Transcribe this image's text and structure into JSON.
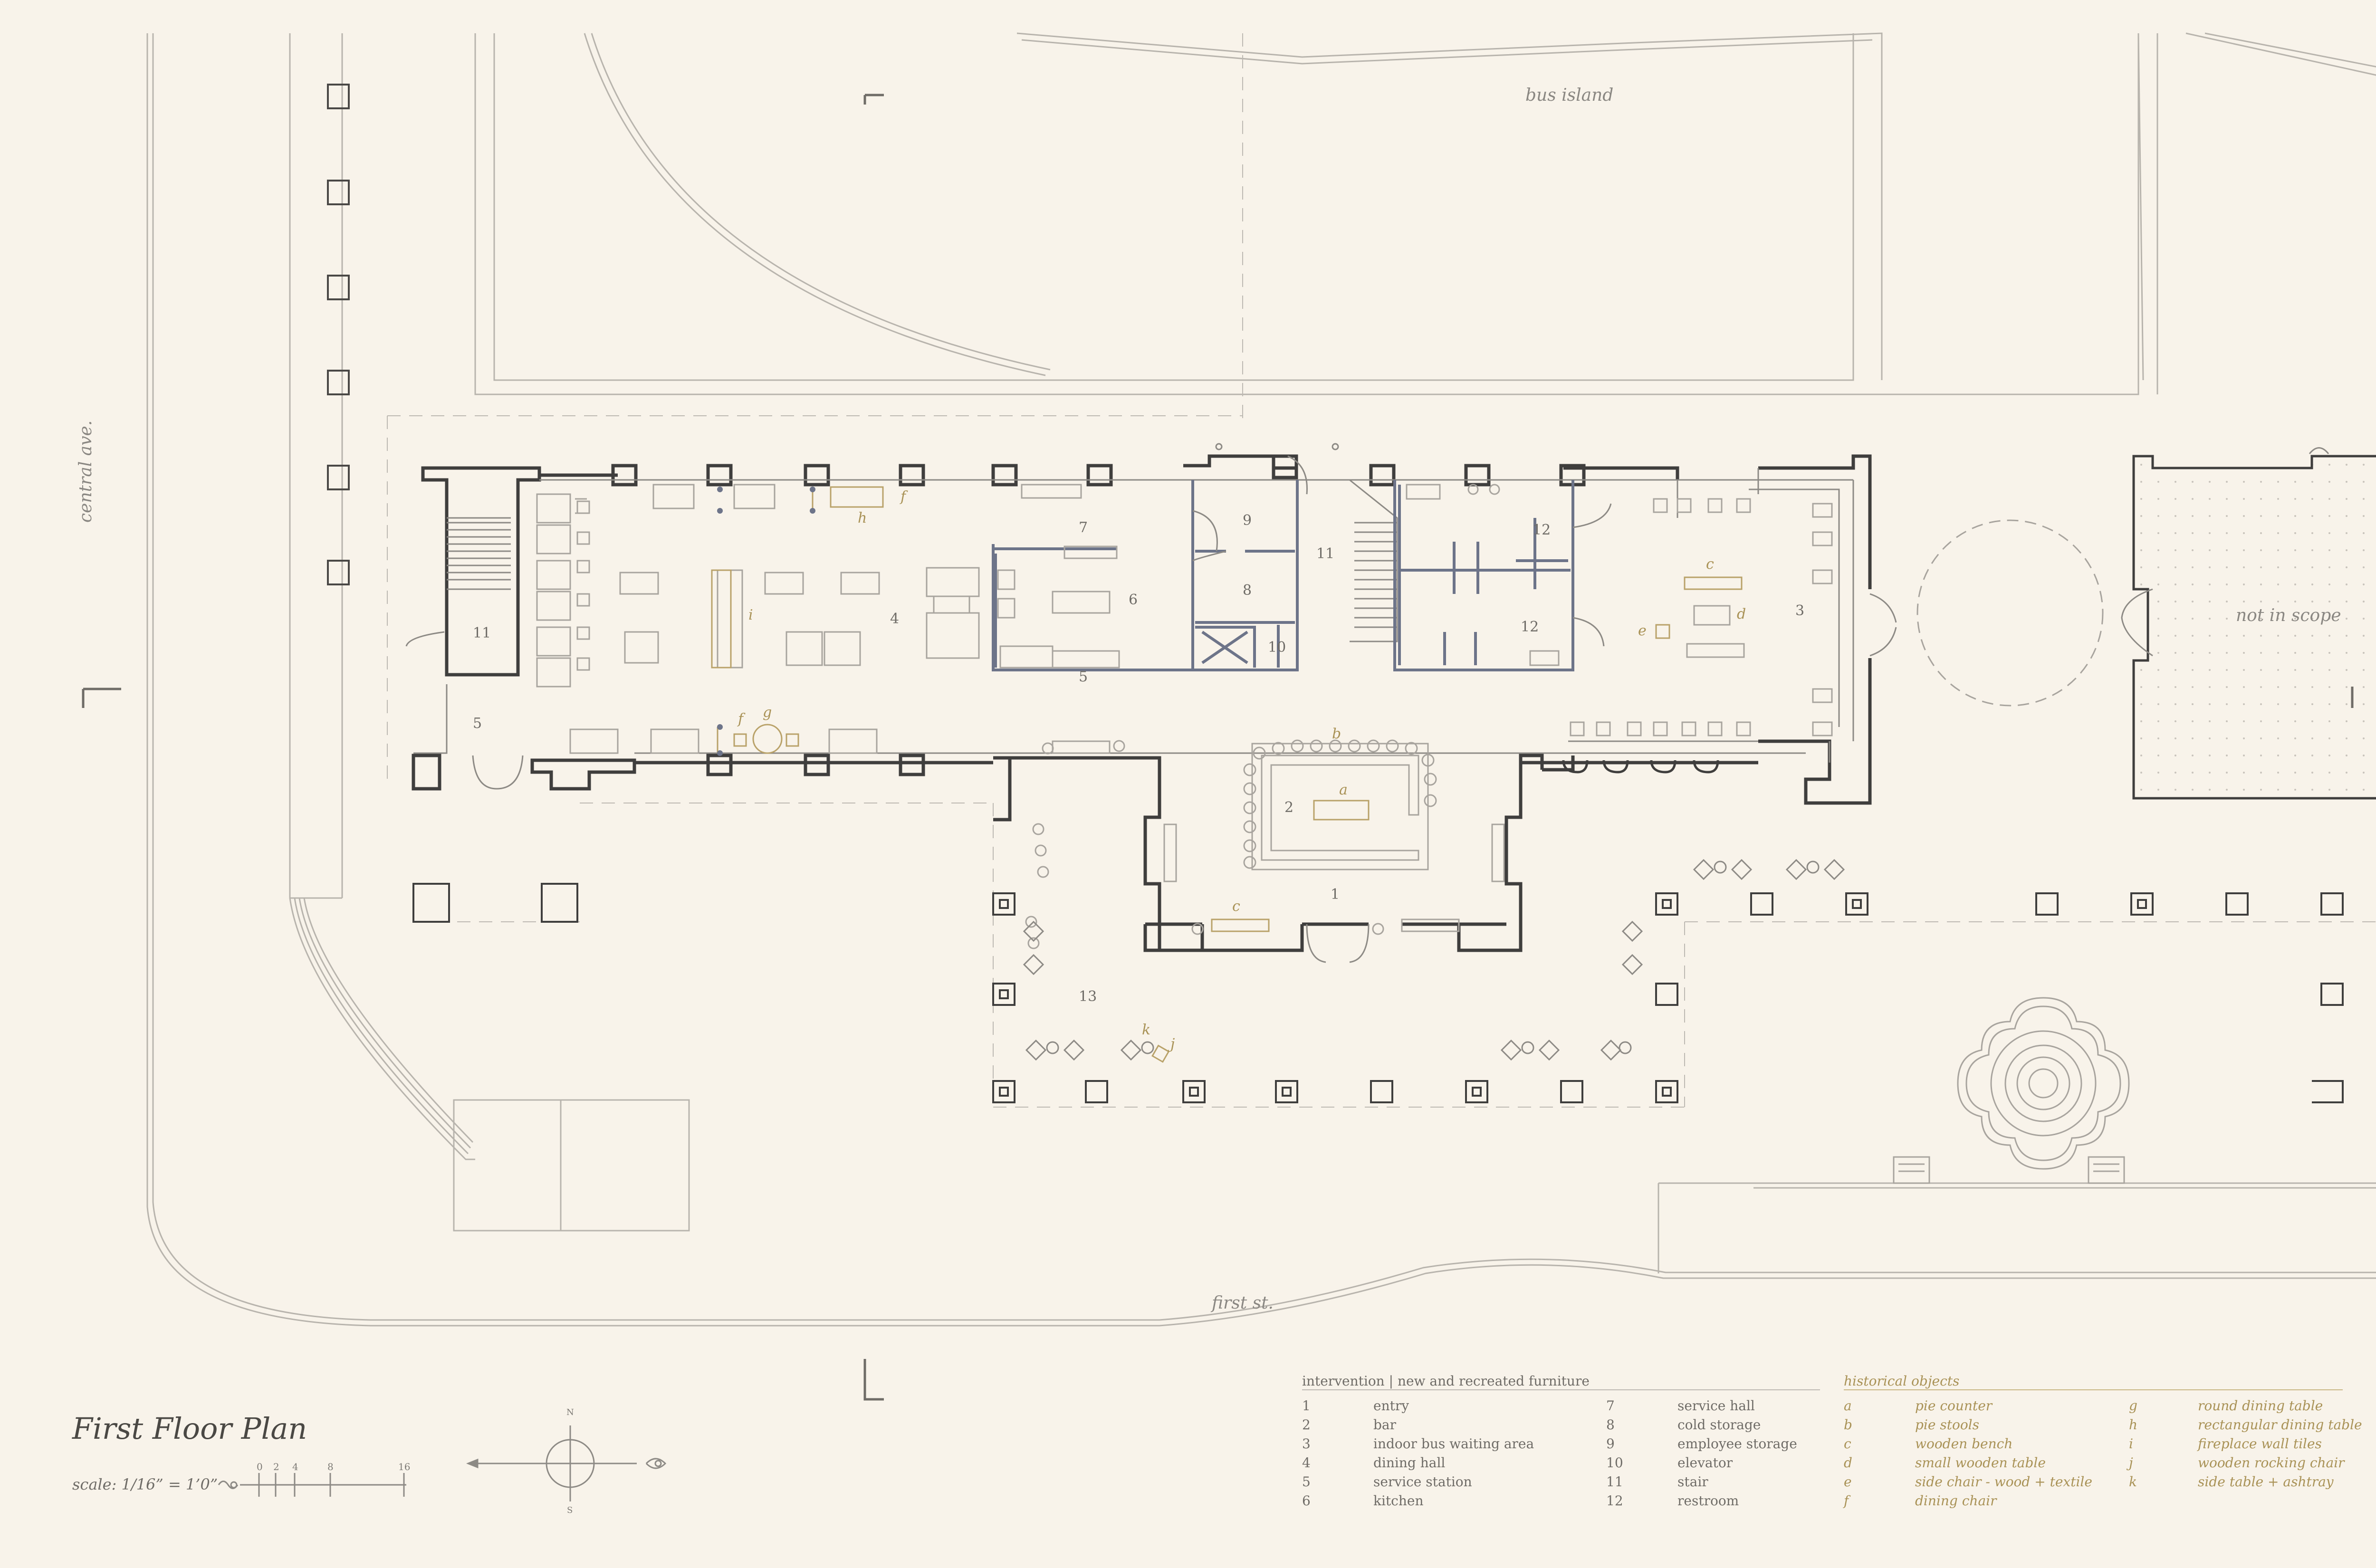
{
  "plan": {
    "title": "First Floor Plan",
    "scale_label": "scale: 1/16” = 1’0”",
    "scale_ticks": [
      "0",
      "2",
      "4",
      "8",
      "16"
    ],
    "compass": {
      "north": "N",
      "south": "S"
    }
  },
  "streets": {
    "central": "central ave.",
    "first": "first st.",
    "bus_island": "bus island",
    "not_in_scope": "not in scope"
  },
  "legend": {
    "intervention_heading": "intervention | new and recreated furniture",
    "rooms_left": [
      {
        "num": "1",
        "name": "entry"
      },
      {
        "num": "2",
        "name": "bar"
      },
      {
        "num": "3",
        "name": "indoor bus waiting area"
      },
      {
        "num": "4",
        "name": "dining hall"
      },
      {
        "num": "5",
        "name": "service station"
      },
      {
        "num": "6",
        "name": "kitchen"
      }
    ],
    "rooms_right": [
      {
        "num": "7",
        "name": "service hall"
      },
      {
        "num": "8",
        "name": "cold storage"
      },
      {
        "num": "9",
        "name": "employee storage"
      },
      {
        "num": "10",
        "name": "elevator"
      },
      {
        "num": "11",
        "name": "stair"
      },
      {
        "num": "12",
        "name": "restroom"
      }
    ],
    "historical_heading": "historical objects",
    "objects_left": [
      {
        "key": "a",
        "name": "pie counter"
      },
      {
        "key": "b",
        "name": "pie stools"
      },
      {
        "key": "c",
        "name": "wooden bench"
      },
      {
        "key": "d",
        "name": "small wooden table"
      },
      {
        "key": "e",
        "name": "side chair - wood + textile"
      },
      {
        "key": "f",
        "name": "dining chair"
      }
    ],
    "objects_right": [
      {
        "key": "g",
        "name": "round dining table"
      },
      {
        "key": "h",
        "name": "rectangular dining table"
      },
      {
        "key": "i",
        "name": "fireplace wall tiles"
      },
      {
        "key": "j",
        "name": "wooden rocking chair"
      },
      {
        "key": "k",
        "name": "side table + ashtray"
      }
    ]
  },
  "room_tags": {
    "r1": "1",
    "r2": "2",
    "r3": "3",
    "r4": "4",
    "r5a": "5",
    "r5b": "5",
    "r6": "6",
    "r7": "7",
    "r8": "8",
    "r9": "9",
    "r10": "10",
    "r11a": "11",
    "r11b": "11",
    "r12a": "12",
    "r12b": "12",
    "r13": "13"
  },
  "object_tags": {
    "a": "a",
    "b": "b",
    "c1": "c",
    "c2": "c",
    "d": "d",
    "e": "e",
    "f1": "f",
    "f2": "f",
    "g": "g",
    "h": "h",
    "i": "i",
    "j": "j",
    "k": "k"
  },
  "colors": {
    "background": "#f8f3ea",
    "wall": "#3f3e3d",
    "line": "#b4b0aa",
    "intervention": "#6d7489",
    "historical": "#a99256"
  }
}
